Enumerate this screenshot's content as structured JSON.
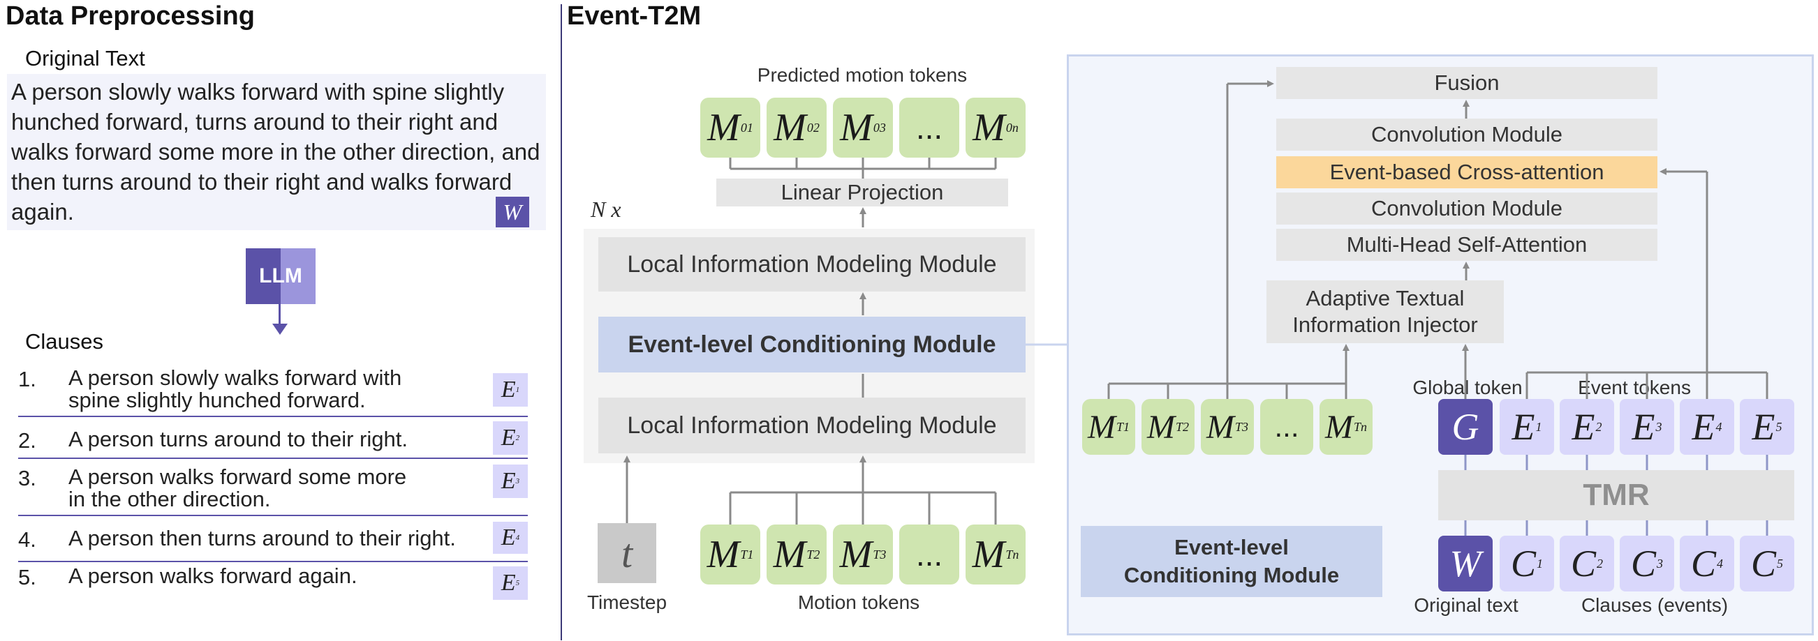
{
  "left": {
    "title": "Data Preprocessing",
    "original_text_label": "Original Text",
    "original_text": "A person slowly walks forward with spine slightly hunched forward, turns around to their right and walks forward some more in the other direction, and then turns around to their right and walks forward again.",
    "w_symbol": "W",
    "llm_label": "LLM",
    "clauses_label": "Clauses",
    "clauses": [
      {
        "num": "1.",
        "line1": "A person slowly walks forward with",
        "line2": "spine slightly hunched forward.",
        "symbol": "E",
        "sub": "1"
      },
      {
        "num": "2.",
        "line1": "A person turns around to their right.",
        "line2": "",
        "symbol": "E",
        "sub": "2"
      },
      {
        "num": "3.",
        "line1": "A person walks forward some more",
        "line2": "in the other direction.",
        "symbol": "E",
        "sub": "3"
      },
      {
        "num": "4.",
        "line1": "A person then turns around to their right.",
        "line2": "",
        "symbol": "E",
        "sub": "4"
      },
      {
        "num": "5.",
        "line1": "A person walks forward again.",
        "line2": "",
        "symbol": "E",
        "sub": "5"
      }
    ]
  },
  "right": {
    "title": "Event-T2M",
    "predicted_label": "Predicted motion tokens",
    "predicted_tokens": [
      {
        "sym": "M",
        "sub": "01"
      },
      {
        "sym": "M",
        "sub": "02"
      },
      {
        "sym": "M",
        "sub": "03"
      },
      {
        "sym": "...",
        "sub": ""
      },
      {
        "sym": "M",
        "sub": "0n"
      }
    ],
    "linear_projection": "Linear Projection",
    "nx_label": "N x",
    "local_module_top": "Local Information Modeling Module",
    "event_module": "Event-level Conditioning Module",
    "local_module_bottom": "Local Information Modeling Module",
    "timestep_symbol": "t",
    "timestep_label": "Timestep",
    "motion_tokens": [
      {
        "sym": "M",
        "sub": "T1"
      },
      {
        "sym": "M",
        "sub": "T2"
      },
      {
        "sym": "M",
        "sub": "T3"
      },
      {
        "sym": "...",
        "sub": ""
      },
      {
        "sym": "M",
        "sub": "Tn"
      }
    ],
    "motion_tokens_label": "Motion tokens"
  },
  "detail": {
    "fusion": "Fusion",
    "conv_top": "Convolution Module",
    "event_cross": "Event-based Cross-attention",
    "conv_bottom": "Convolution Module",
    "mhsa": "Multi-Head Self-Attention",
    "adaptive_line1": "Adaptive Textual",
    "adaptive_line2": "Information Injector",
    "motion_tokens": [
      {
        "sym": "M",
        "sub": "T1"
      },
      {
        "sym": "M",
        "sub": "T2"
      },
      {
        "sym": "M",
        "sub": "T3"
      },
      {
        "sym": "...",
        "sub": ""
      },
      {
        "sym": "M",
        "sub": "Tn"
      }
    ],
    "global_token_label": "Global token",
    "event_tokens_label": "Event tokens",
    "g_symbol": "G",
    "event_tokens": [
      {
        "sym": "E",
        "sub": "1"
      },
      {
        "sym": "E",
        "sub": "2"
      },
      {
        "sym": "E",
        "sub": "3"
      },
      {
        "sym": "E",
        "sub": "4"
      },
      {
        "sym": "E",
        "sub": "5"
      }
    ],
    "tmr": "TMR",
    "w_symbol": "W",
    "clause_tokens": [
      {
        "sym": "C",
        "sub": "1"
      },
      {
        "sym": "C",
        "sub": "2"
      },
      {
        "sym": "C",
        "sub": "3"
      },
      {
        "sym": "C",
        "sub": "4"
      },
      {
        "sym": "C",
        "sub": "5"
      }
    ],
    "original_text_label": "Original text",
    "clauses_events_label": "Clauses (events)",
    "legend_line1": "Event-level",
    "legend_line2": "Conditioning Module"
  },
  "colors": {
    "purple_dark": "#5b52a8",
    "purple_light": "#d9d7fb",
    "green_token": "#cfe5b0",
    "orange_attention": "#fbd79b",
    "blue_module": "#c9d4ee",
    "panel_bg": "#f2f5fc"
  }
}
